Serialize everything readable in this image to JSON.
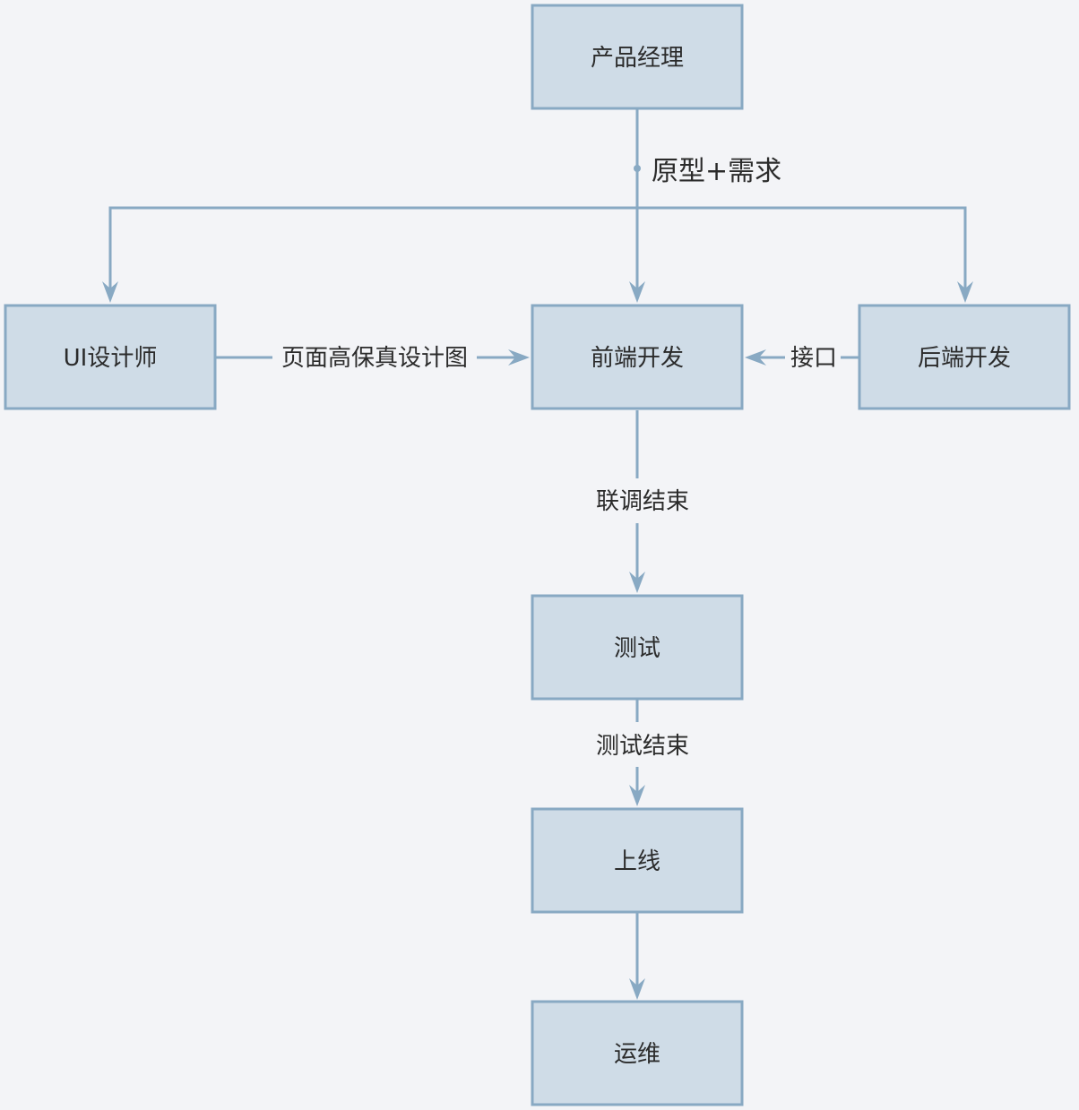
{
  "diagram": {
    "colors": {
      "background": "#f3f4f7",
      "node_fill": "#cfdce7",
      "node_stroke": "#88a9c3",
      "edge": "#88a9c3",
      "text": "#2b2b2b"
    },
    "nodes": {
      "product_manager": "产品经理",
      "ui_designer": "UI设计师",
      "frontend": "前端开发",
      "backend": "后端开发",
      "testing": "测试",
      "launch": "上线",
      "ops": "运维"
    },
    "edges": {
      "prototype_requirements": "原型+需求",
      "hifi_design": "页面高保真设计图",
      "api": "接口",
      "integration_done": "联调结束",
      "testing_done": "测试结束"
    }
  }
}
